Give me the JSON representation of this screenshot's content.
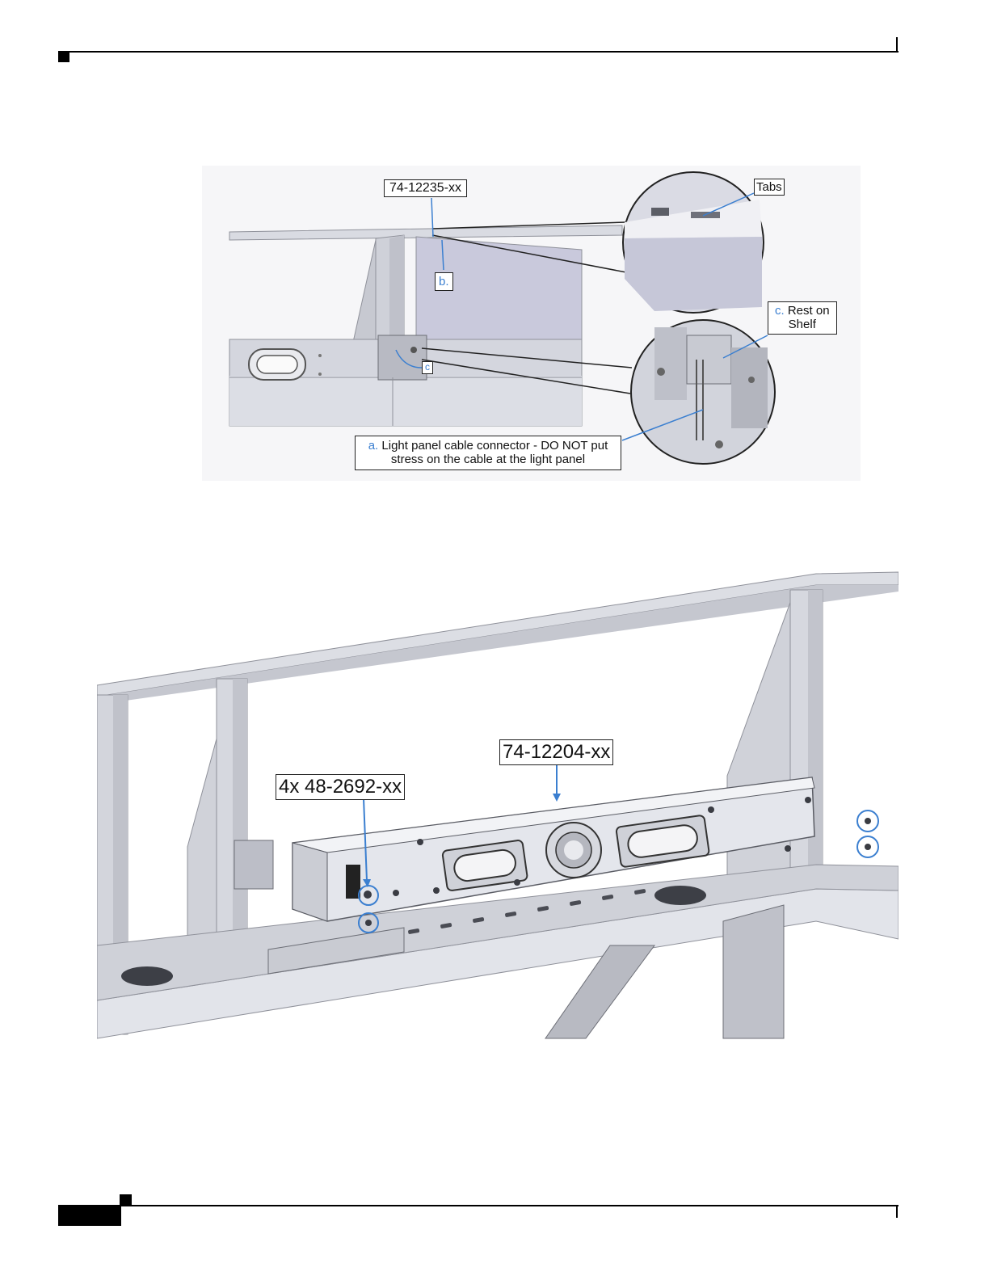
{
  "figure1": {
    "part_label": "74-12235-xx",
    "tabs_label": "Tabs",
    "b_letter": "b.",
    "c_marker": "c",
    "c_letter": "c.",
    "c_text_line1": "Rest on",
    "c_text_line2": "Shelf",
    "a_letter": "a.",
    "a_text_line1": "Light panel cable connector - DO NOT put",
    "a_text_line2": "stress on the cable at the light panel"
  },
  "figure2": {
    "part_label": "74-12204-xx",
    "screw_label": "4x 48-2692-xx"
  },
  "colors": {
    "accent": "#3b7fd0",
    "metal": "#d6d8df",
    "metal_dark": "#9a9ca6"
  }
}
